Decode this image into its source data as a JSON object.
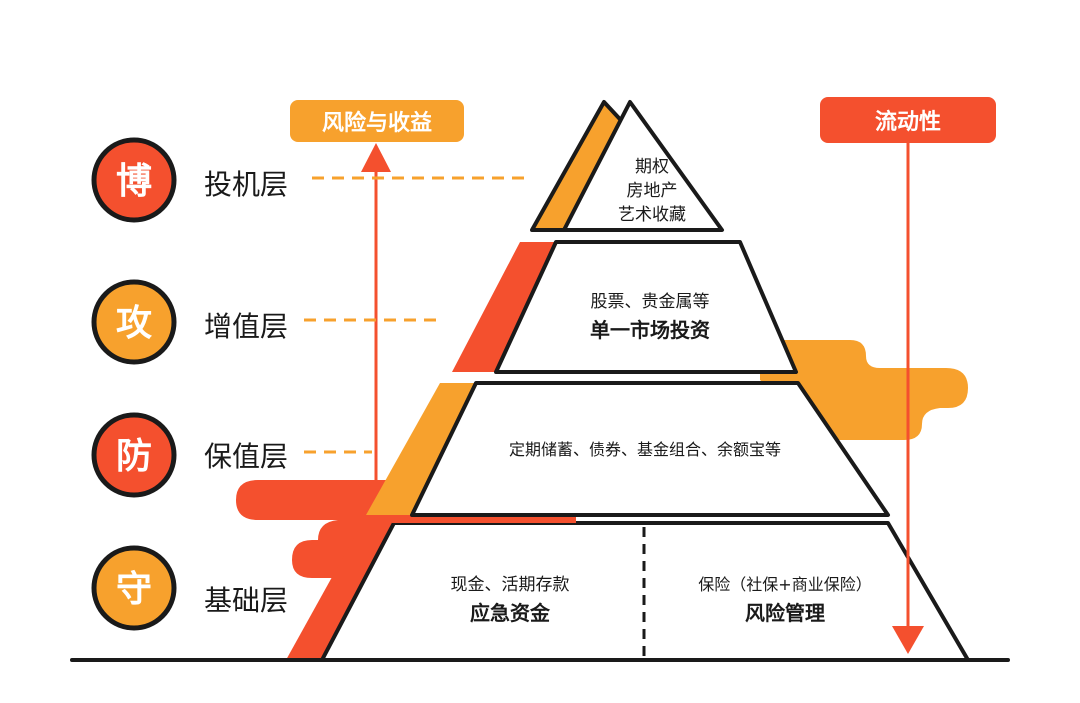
{
  "colors": {
    "red": "#f4502e",
    "orange": "#f7a12d",
    "stroke": "#1a1a1a",
    "white": "#ffffff"
  },
  "levels": [
    {
      "char": "博",
      "label": "投机层",
      "color": "#f4502e"
    },
    {
      "char": "攻",
      "label": "增值层",
      "color": "#f7a12d"
    },
    {
      "char": "防",
      "label": "保值层",
      "color": "#f4502e"
    },
    {
      "char": "守",
      "label": "基础层",
      "color": "#f7a12d"
    }
  ],
  "risk_return": {
    "label": "风险与收益"
  },
  "liquidity": {
    "label": "流动性"
  },
  "pyramid": {
    "tier1": {
      "lines": [
        "期权",
        "房地产",
        "艺术收藏"
      ]
    },
    "tier2": {
      "line1": "股票、贵金属等",
      "line2": "单一市场投资"
    },
    "tier3": {
      "line1": "定期储蓄、债券、基金组合、余额宝等"
    },
    "tier4_left": {
      "line1": "现金、活期存款",
      "line2": "应急资金"
    },
    "tier4_right": {
      "line1": "保险（社保+商业保险）",
      "line2": "风险管理"
    }
  }
}
